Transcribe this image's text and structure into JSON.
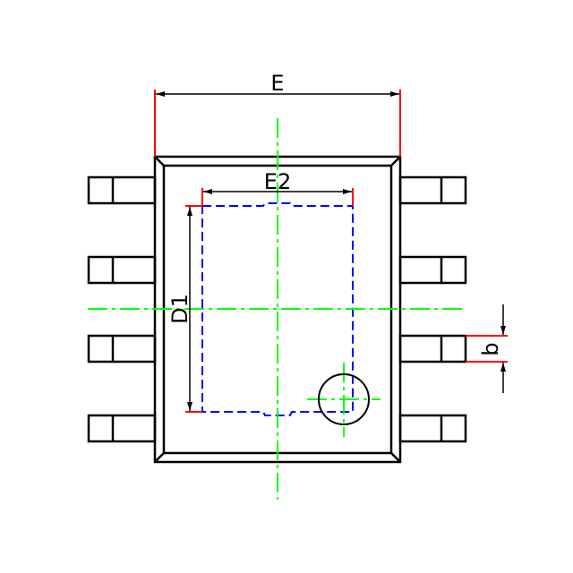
{
  "labels": {
    "E": "E",
    "E2": "E2",
    "D1": "D1",
    "b": "b"
  },
  "colors": {
    "outline": "#000000",
    "dimension_ext": "#ff0000",
    "centerline": "#00ff00",
    "pad": "#0000ff"
  }
}
